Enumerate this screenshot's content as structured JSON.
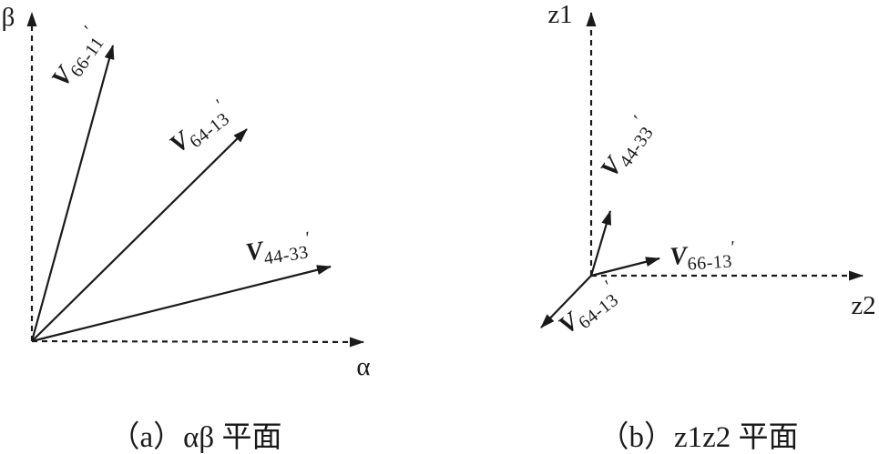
{
  "colors": {
    "ink": "#1a1a1a",
    "background": "#ffffff"
  },
  "panels": {
    "a": {
      "caption": "（a）αβ 平面",
      "x_axis_label": "α",
      "y_axis_label": "β",
      "vectors": {
        "v66_11": {
          "main": "V",
          "sub": "66-11",
          "prime": "′"
        },
        "v64_13": {
          "main": "V",
          "sub": "64-13",
          "prime": "′"
        },
        "v44_33": {
          "main": "V",
          "sub": "44-33",
          "prime": "′"
        }
      }
    },
    "b": {
      "caption": "（b）z1z2 平面",
      "x_axis_label": "z2",
      "y_axis_label": "z1",
      "vectors": {
        "v44_33": {
          "main": "V",
          "sub": "44-33",
          "prime": "′"
        },
        "v66_13": {
          "main": "V",
          "sub": "66-13",
          "prime": "′"
        },
        "v64_13": {
          "main": "V",
          "sub": "64-13",
          "prime": "′"
        }
      }
    }
  }
}
